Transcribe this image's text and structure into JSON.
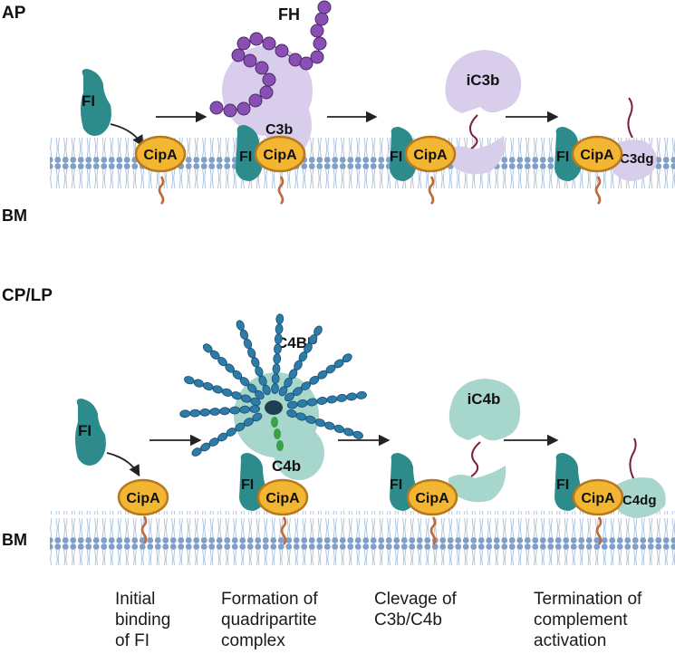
{
  "panels": {
    "ap": {
      "title": "AP",
      "membrane_label": "BM"
    },
    "cp": {
      "title": "CP/LP",
      "membrane_label": "BM"
    }
  },
  "labels": {
    "fi": "FI",
    "cipa": "CipA",
    "fh": "FH",
    "c3b": "C3b",
    "ic3b": "iC3b",
    "c3dg": "C3dg",
    "c4bp": "C4BP",
    "c4b": "C4b",
    "ic4b": "iC4b",
    "c4dg": "C4dg"
  },
  "captions": {
    "step1": [
      "Initial",
      "binding",
      "of FI"
    ],
    "step2": [
      "Formation of",
      "quadripartite",
      "complex"
    ],
    "step3": [
      "Clevage of",
      "C3b/C4b"
    ],
    "step4": [
      "Termination of",
      "complement",
      "activation"
    ]
  },
  "colors": {
    "membrane_head": "#7f9fc9",
    "membrane_tail": "#a9bfdd",
    "fi": "#2e8b8b",
    "cipa_fill": "#f2b632",
    "cipa_stroke": "#b7791f",
    "anchor": "#c0693a",
    "c3b": "#d9cdec",
    "c4b": "#a7d6cd",
    "fh_bead": "#8a4fb5",
    "c4bp_bead": "#2c7ba8",
    "tail": "#7a1f3d"
  }
}
